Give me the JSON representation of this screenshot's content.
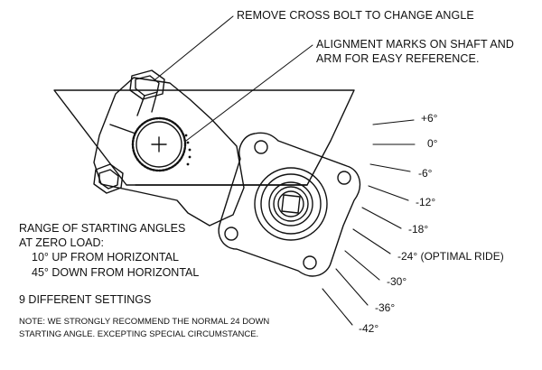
{
  "callouts": {
    "cross_bolt": "REMOVE CROSS BOLT TO CHANGE ANGLE",
    "alignment_line1": "ALIGNMENT MARKS ON SHAFT AND",
    "alignment_line2": "ARM FOR EASY REFERENCE."
  },
  "range": {
    "line1": "RANGE OF STARTING ANGLES",
    "line2": "AT ZERO LOAD:",
    "line3": "10° UP FROM HORIZONTAL",
    "line4": "45° DOWN FROM HORIZONTAL"
  },
  "settings_count": "9 DIFFERENT SETTINGS",
  "note": {
    "line1": "NOTE: WE STRONGLY RECOMMEND THE NORMAL 24 DOWN",
    "line2": "STARTING ANGLE.  EXCEPTING SPECIAL CIRCUMSTANCE."
  },
  "angles": [
    {
      "label": "+6°"
    },
    {
      "label": "0°"
    },
    {
      "label": "-6°"
    },
    {
      "label": "-12°"
    },
    {
      "label": "-18°"
    },
    {
      "label": "-24° (OPTIMAL RIDE)"
    },
    {
      "label": "-30°"
    },
    {
      "label": "-36°"
    },
    {
      "label": "-42°"
    }
  ],
  "colors": {
    "ink": "#111111",
    "paper": "#ffffff"
  }
}
